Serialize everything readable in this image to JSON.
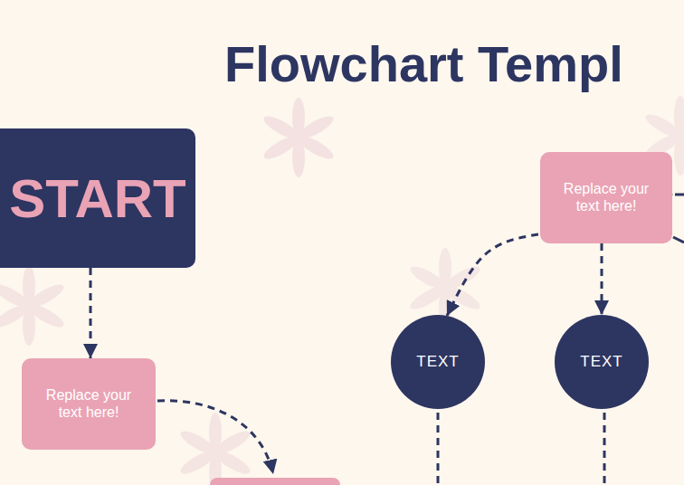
{
  "diagram": {
    "title": "Flowchart Templ",
    "nodes": [
      {
        "text": [
          "START"
        ]
      },
      {
        "text": [
          "Replace your text here!"
        ]
      },
      {
        "text": [
          "Replace your text here!"
        ]
      },
      {
        "text": [
          "TEXT"
        ]
      },
      {
        "text": [
          "TEXT"
        ]
      }
    ],
    "edges": [
      {
        "from": 0,
        "to": 1,
        "arrow": "to"
      },
      {
        "from": 2,
        "to": 3,
        "arrow": "to"
      },
      {
        "from": 2,
        "to": 4,
        "arrow": "to"
      }
    ]
  }
}
